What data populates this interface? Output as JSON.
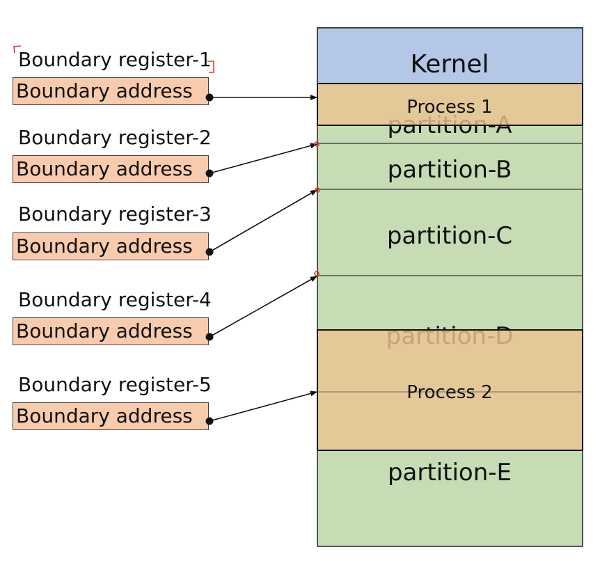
{
  "registers": [
    {
      "label": "Boundary register-1",
      "address": "Boundary address"
    },
    {
      "label": "Boundary register-2",
      "address": "Boundary address"
    },
    {
      "label": "Boundary register-3",
      "address": "Boundary address"
    },
    {
      "label": "Boundary register-4",
      "address": "Boundary address"
    },
    {
      "label": "Boundary register-5",
      "address": "Boundary address"
    }
  ],
  "memory": {
    "kernel": "Kernel",
    "partitions": [
      "partition-A",
      "partition-B",
      "partition-C",
      "partition-D",
      "partition-E"
    ],
    "processes": [
      "Process 1",
      "Process 2"
    ]
  },
  "colors": {
    "kernel": "#b4c7e7",
    "partition": "#c5dcb4",
    "process": "#eac391",
    "address_box": "#f8cbad",
    "annotation": "#e0392c"
  }
}
